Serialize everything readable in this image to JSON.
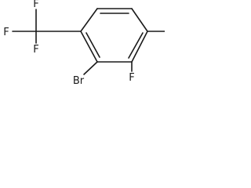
{
  "molecule": {
    "atoms": {
      "f_top": "F",
      "f_left": "F",
      "f_bottom": "F",
      "br": "Br",
      "f_ring": "F"
    }
  }
}
